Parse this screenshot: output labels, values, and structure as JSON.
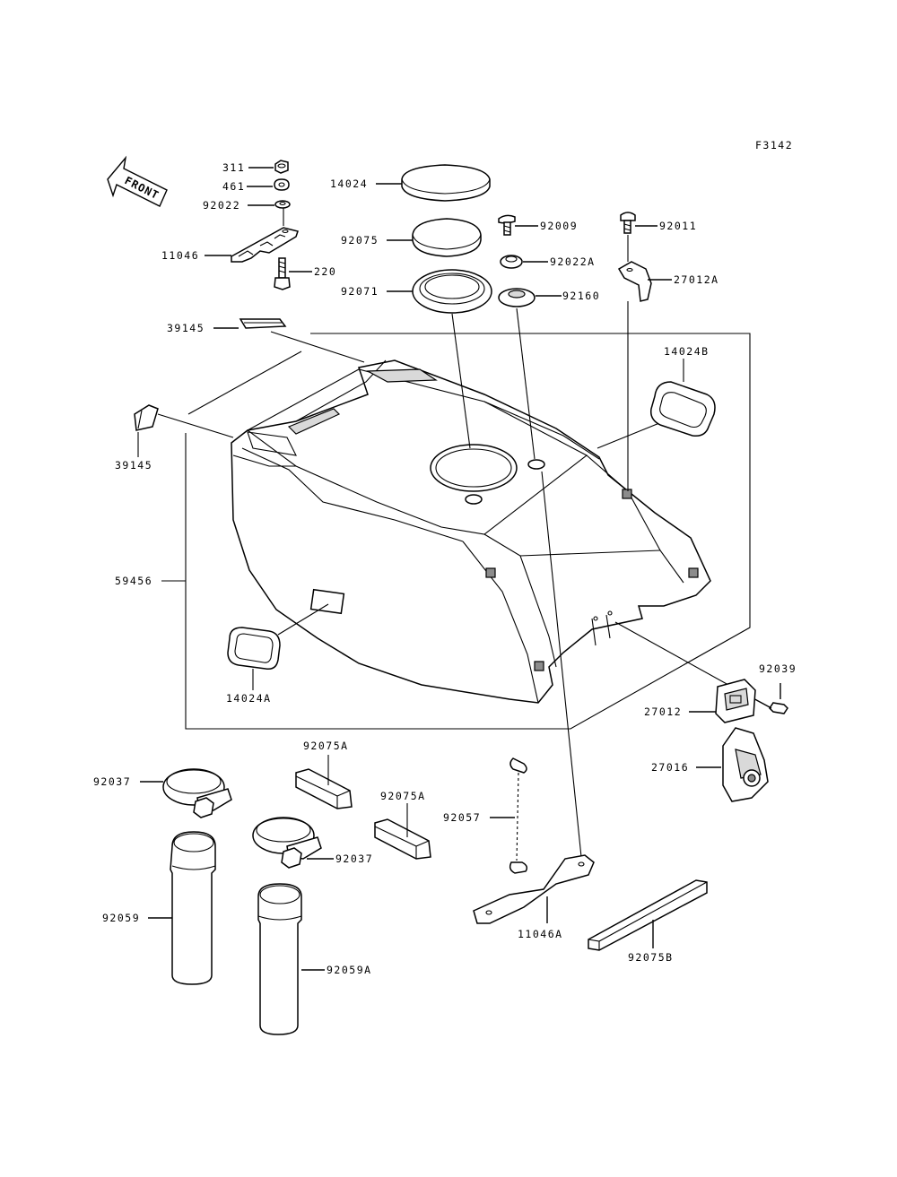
{
  "figure_code": "F3142",
  "front_label": "FRONT",
  "parts": {
    "p311": "311",
    "p461": "461",
    "p92022": "92022",
    "p11046": "11046",
    "p220": "220",
    "p14024": "14024",
    "p92075": "92075",
    "p92071": "92071",
    "p92009": "92009",
    "p92022A": "92022A",
    "p92160": "92160",
    "p92011": "92011",
    "p27012A": "27012A",
    "p39145": "39145",
    "p14024B": "14024B",
    "p39145b": "39145",
    "p59456": "59456",
    "p14024A": "14024A",
    "p92039": "92039",
    "p27012": "27012",
    "p27016": "27016",
    "p92075A_1": "92075A",
    "p92037_1": "92037",
    "p92075A_2": "92075A",
    "p92057": "92057",
    "p92037_2": "92037",
    "p92059": "92059",
    "p11046A": "11046A",
    "p92059A": "92059A",
    "p92075B": "92075B"
  }
}
